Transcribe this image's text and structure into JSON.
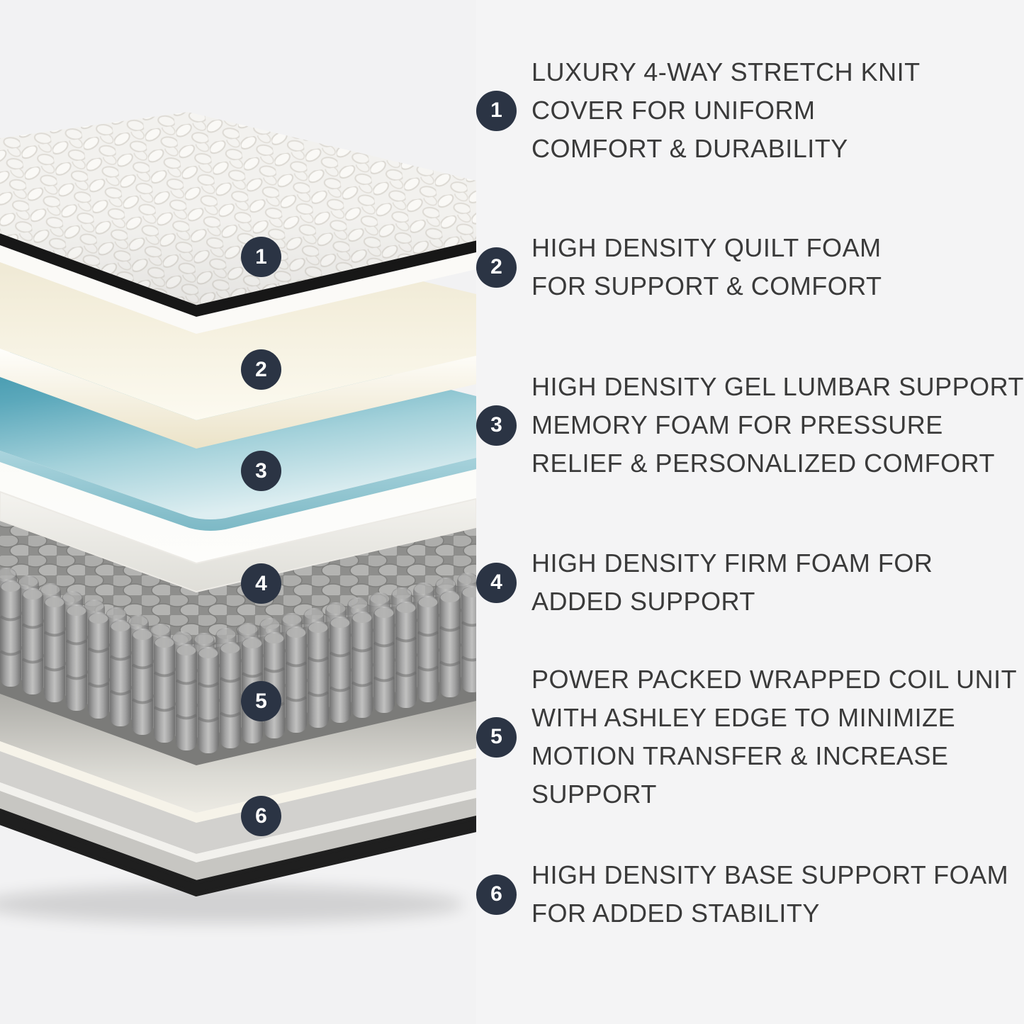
{
  "colors": {
    "page_background": "#f4f4f5",
    "badge": "#2b3444",
    "text": "#3a3a3a",
    "gel_layer": "#4d9fb4",
    "coil_gray": "#9e9e9e",
    "cover_white": "#f2f1ee",
    "quilt_foam_cream": "#f4efdd",
    "base_edge_black": "#1f1f1f"
  },
  "callouts": [
    "1",
    "2",
    "3",
    "4",
    "5",
    "6"
  ],
  "items": [
    {
      "number": "1",
      "text": "LUXURY 4-WAY STRETCH KNIT\nCOVER FOR UNIFORM\nCOMFORT & DURABILITY"
    },
    {
      "number": "2",
      "text": "HIGH DENSITY QUILT FOAM\nFOR SUPPORT & COMFORT"
    },
    {
      "number": "3",
      "text": "HIGH DENSITY GEL LUMBAR SUPPORT\nMEMORY FOAM FOR PRESSURE\nRELIEF & PERSONALIZED COMFORT"
    },
    {
      "number": "4",
      "text": "HIGH DENSITY FIRM FOAM FOR\nADDED SUPPORT"
    },
    {
      "number": "5",
      "text": "POWER PACKED WRAPPED COIL UNIT\nWITH ASHLEY EDGE TO MINIMIZE\nMOTION TRANSFER & INCREASE\nSUPPORT"
    },
    {
      "number": "6",
      "text": "HIGH DENSITY BASE SUPPORT FOAM\nFOR ADDED STABILITY"
    }
  ]
}
